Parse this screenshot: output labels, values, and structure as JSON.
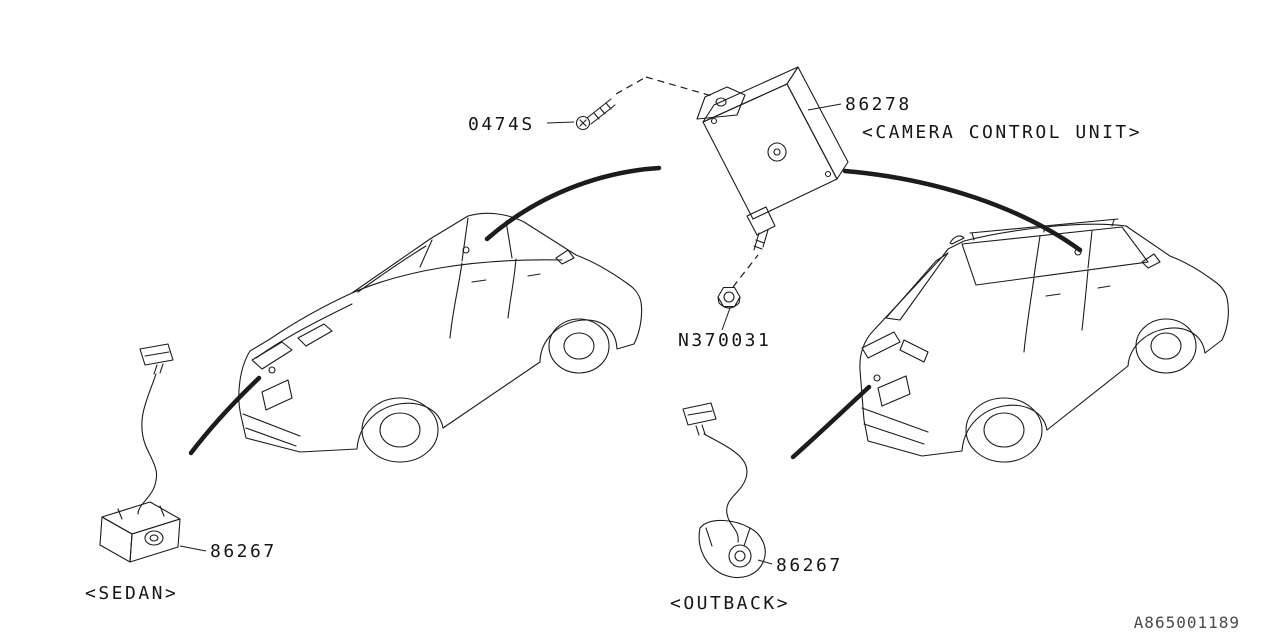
{
  "page": {
    "background": "#ffffff",
    "line_color": "#1c1c1c"
  },
  "labels": {
    "screw": "0474S",
    "control_unit": "86278",
    "control_unit_caption": "<CAMERA CONTROL UNIT>",
    "nut": "N370031",
    "camera_sedan": "86267",
    "camera_outback": "86267",
    "sedan_caption": "<SEDAN>",
    "outback_caption": "<OUTBACK>",
    "diagram_code": "A865001189"
  }
}
